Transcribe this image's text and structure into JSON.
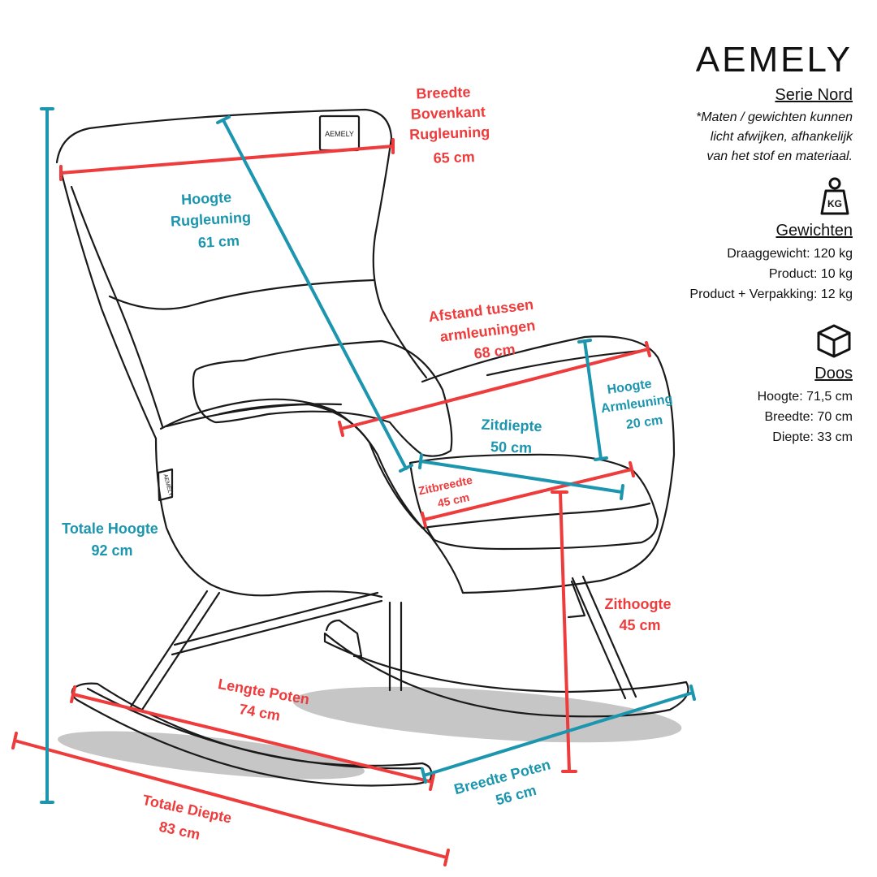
{
  "brand": {
    "logo_text": "AEMELY",
    "series": "Serie Nord",
    "note_lines": [
      "*Maten / gewichten kunnen",
      "licht afwijken, afhankelijk",
      "van het stof en materiaal."
    ]
  },
  "weights": {
    "icon": "weight-kg-icon",
    "icon_text": "KG",
    "title": "Gewichten",
    "rows": [
      "Draaggewicht: 120 kg",
      "Product: 10 kg",
      "Product + Verpakking: 12 kg"
    ]
  },
  "box": {
    "icon": "box-icon",
    "title": "Doos",
    "rows": [
      "Hoogte: 71,5 cm",
      "Breedte: 70 cm",
      "Diepte: 33 cm"
    ]
  },
  "tag_text": "AEMELY",
  "colors": {
    "red": "#ee3b3b",
    "teal": "#1b96ae",
    "line": "#1a1a1a"
  },
  "dimensions": {
    "backrest_top_width": {
      "lines": [
        "Breedte",
        "Bovenkant",
        "Rugleuning"
      ],
      "value": "65 cm"
    },
    "backrest_height": {
      "lines": [
        "Hoogte",
        "Rugleuning"
      ],
      "value": "61 cm"
    },
    "armrest_distance": {
      "lines": [
        "Afstand tussen",
        "armleuningen"
      ],
      "value": "68 cm"
    },
    "armrest_height": {
      "lines": [
        "Hoogte",
        "Armleuning"
      ],
      "value": "20 cm"
    },
    "seat_depth": {
      "lines": [
        "Zitdiepte"
      ],
      "value": "50 cm"
    },
    "seat_width": {
      "lines": [
        "Zitbreedte"
      ],
      "value": "45 cm"
    },
    "total_height": {
      "lines": [
        "Totale Hoogte"
      ],
      "value": "92 cm"
    },
    "seat_height": {
      "lines": [
        "Zithoogte"
      ],
      "value": "45 cm"
    },
    "leg_length": {
      "lines": [
        "Lengte Poten"
      ],
      "value": "74 cm"
    },
    "leg_width": {
      "lines": [
        "Breedte Poten"
      ],
      "value": "56 cm"
    },
    "total_depth": {
      "lines": [
        "Totale Diepte"
      ],
      "value": "83 cm"
    }
  }
}
